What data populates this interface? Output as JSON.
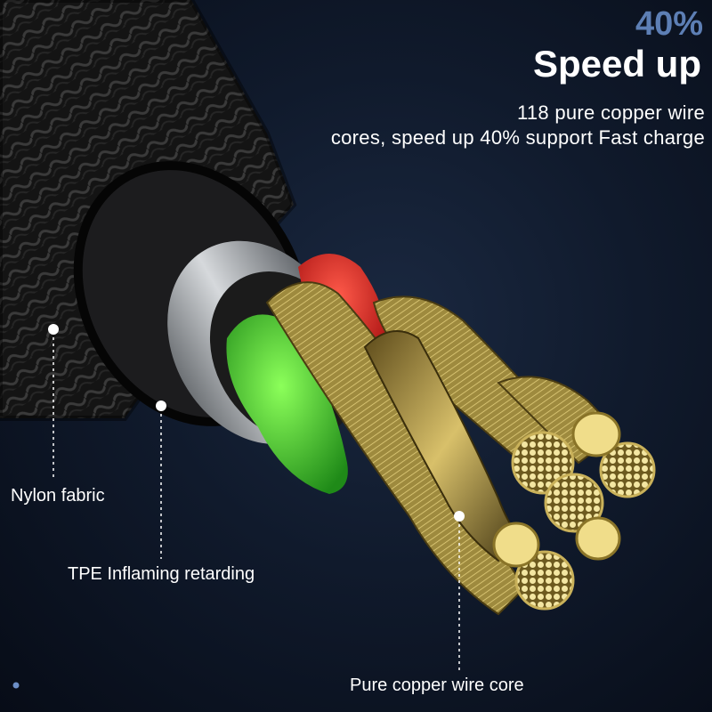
{
  "headline": {
    "percent": "40%",
    "title": "Speed up",
    "description_lines": [
      "118 pure copper wire",
      "cores, speed up 40% support Fast charge"
    ]
  },
  "callouts": {
    "nylon": "Nylon fabric",
    "tpe": "TPE Inflaming retarding",
    "copper": "Pure copper wire core"
  },
  "colors": {
    "background": "#0b1220",
    "accent": "#5d7fb5",
    "red_core": "#e01e1e",
    "green_core": "#2fbf2a",
    "copper_gold": "#c9b15a"
  }
}
